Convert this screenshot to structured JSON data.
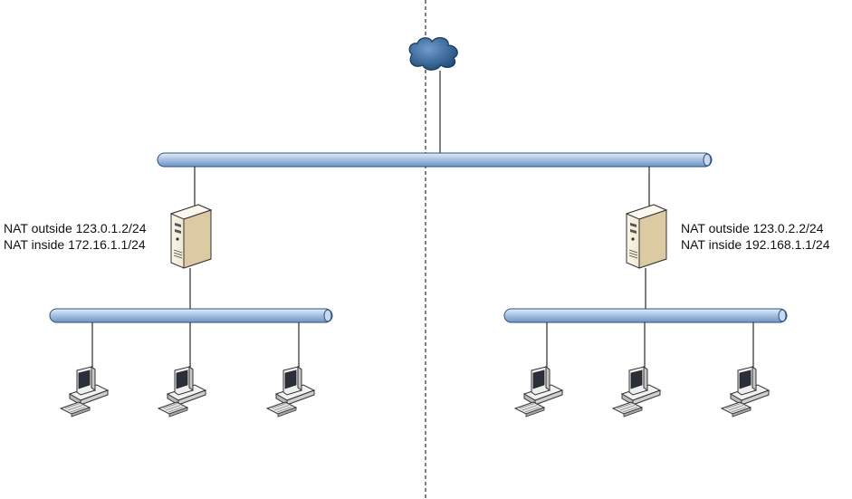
{
  "diagram": {
    "cloud": {
      "icon": "cloud-icon"
    },
    "left_router": {
      "icon": "server-icon",
      "outside_label": "NAT outside 123.0.1.2/24",
      "inside_label": "NAT inside 172.16.1.1/24"
    },
    "right_router": {
      "icon": "server-icon",
      "outside_label": "NAT outside 123.0.2.2/24",
      "inside_label": "NAT inside 192.168.1.1/24"
    },
    "left_hosts": [
      {
        "icon": "workstation-icon"
      },
      {
        "icon": "workstation-icon"
      },
      {
        "icon": "workstation-icon"
      }
    ],
    "right_hosts": [
      {
        "icon": "workstation-icon"
      },
      {
        "icon": "workstation-icon"
      },
      {
        "icon": "workstation-icon"
      }
    ],
    "colors": {
      "bus": "#8fb1d8",
      "bus_highlight": "#dbe8f6",
      "cloud": "#2b5d8e",
      "server_body": "#e9ddc2",
      "monitor_body": "#e8e8e8",
      "line": "#000000"
    }
  }
}
